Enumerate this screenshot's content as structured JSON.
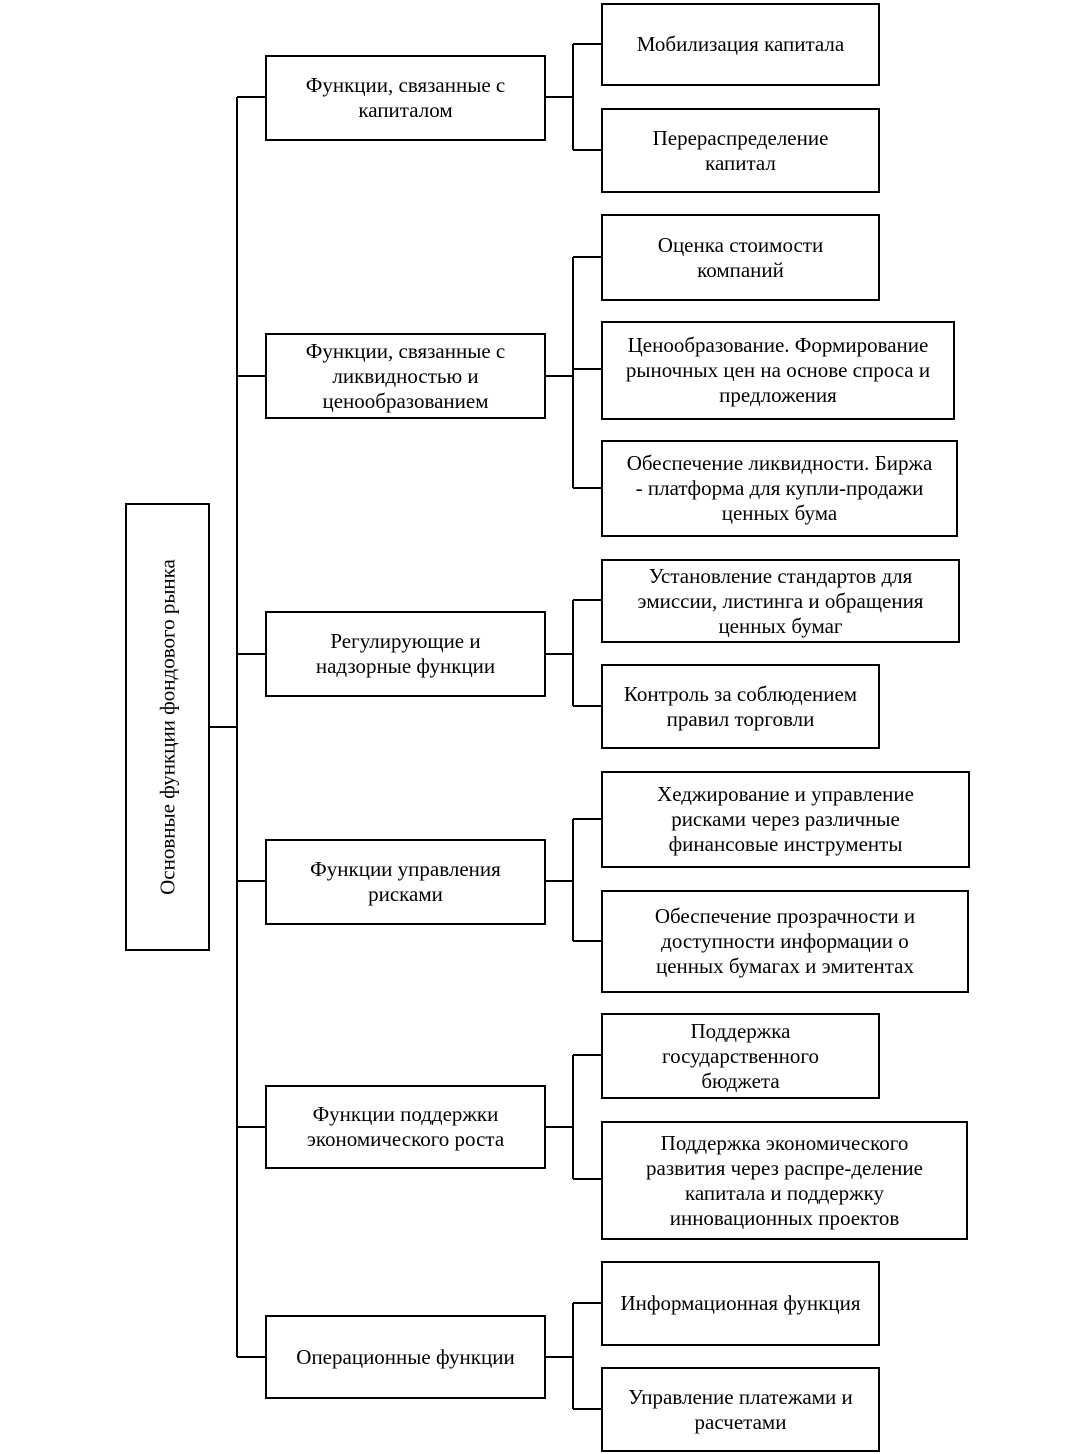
{
  "root": {
    "label": "Основные функции фондового рынка"
  },
  "groups": [
    {
      "label": "Функции, связанные с\nкапиталом",
      "items": [
        {
          "label": "Мобилизация капитала"
        },
        {
          "label": "Перераспределение\nкапитал"
        }
      ]
    },
    {
      "label": "Функции, связанные с\nликвидностью и\nценообразованием",
      "items": [
        {
          "label": "Оценка стоимости\nкомпаний"
        },
        {
          "label": "Ценообразование. Формирование\nрыночных цен на основе спроса и\nпредложения"
        },
        {
          "label": "Обеспечение  ликвидности. Биржа\n- платформа для купли-продажи\nценных  бума"
        }
      ]
    },
    {
      "label": "Регулирующие и\nнадзорные функции",
      "items": [
        {
          "label": "Установление  стандартов  для\nэмиссии,  листинга  и обращения\nценных  бумаг"
        },
        {
          "label": "Контроль за соблюдением\nправил торговли"
        }
      ]
    },
    {
      "label": "Функции управления\nрисками",
      "items": [
        {
          "label": "Хеджирование и управление\nрисками через различные\nфинансовые  инструменты"
        },
        {
          "label": "Обеспечение  прозрачности и\nдоступности  информации  о\nценных  бумагах и эмитентах"
        }
      ]
    },
    {
      "label": "Функции поддержки\nэкономического  роста",
      "items": [
        {
          "label": "Поддержка\nгосударственного\nбюджета"
        },
        {
          "label": "Поддержка экономического\nразвития через распре-деление\nкапитала  и поддержку\nинновационных  проектов"
        }
      ]
    },
    {
      "label": "Операционные  функции",
      "items": [
        {
          "label": "Информационная  функция"
        },
        {
          "label": "Управление платежами  и\nрасчетами"
        }
      ]
    }
  ]
}
